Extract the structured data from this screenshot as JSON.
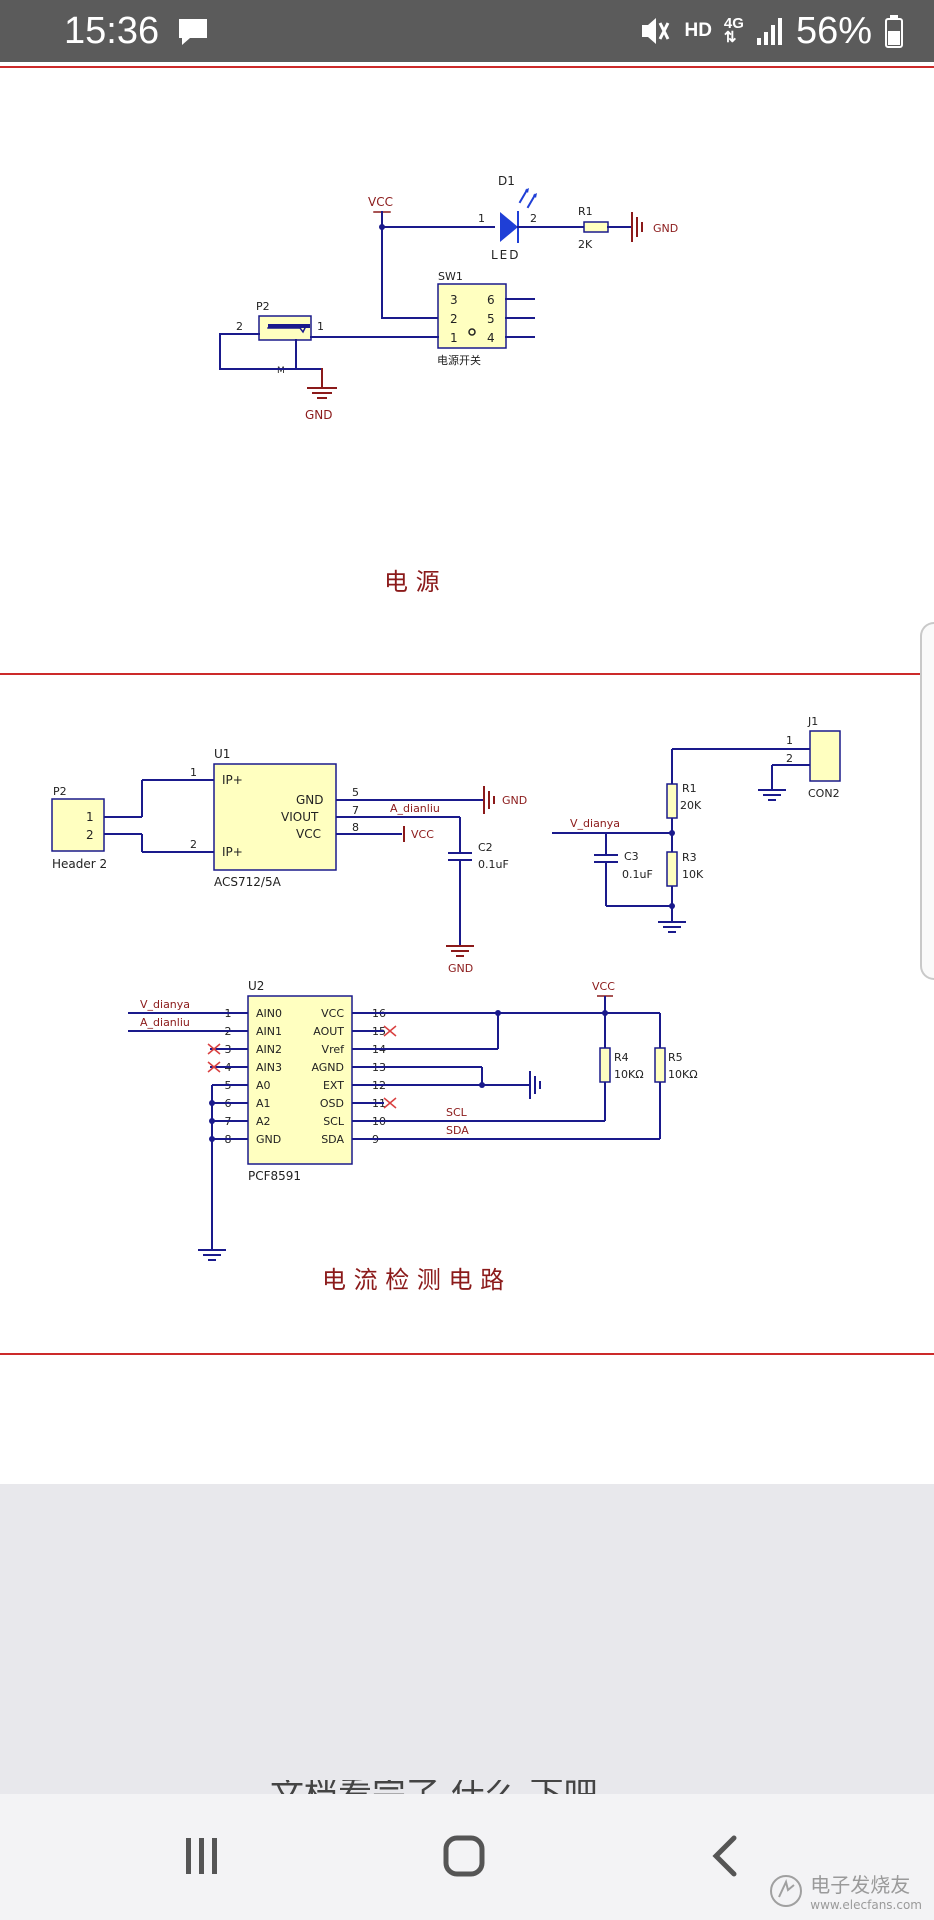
{
  "status_bar": {
    "time": "15:36",
    "network_hd": "HD",
    "network_type": "4G",
    "battery": "56%",
    "icons": [
      "chat-notification-icon",
      "mute-icon",
      "signal-icon",
      "battery-icon"
    ]
  },
  "schematic1": {
    "vcc": "VCC",
    "d1_ref": "D1",
    "d1_value": "LED",
    "d1_pin1": "1",
    "d1_pin2": "2",
    "r1_ref": "R1",
    "r1_value": "2K",
    "gnd_right": "GND",
    "sw1_ref": "SW1",
    "sw1_value": "电源开关",
    "sw1_pins": [
      "3",
      "6",
      "2",
      "5",
      "1",
      "4"
    ],
    "p2_ref": "P2",
    "p2_pin1": "1",
    "p2_pin2": "2",
    "p2_mark": "M",
    "gnd_bottom": "GND",
    "caption": "电 源"
  },
  "schematic2": {
    "p2_ref": "P2",
    "p2_pins": [
      "1",
      "2"
    ],
    "p2_value": "Header 2",
    "u1_ref": "U1",
    "u1_value": "ACS712/5A",
    "u1_pin_left": [
      "1",
      "2"
    ],
    "u1_pin_left_names": [
      "IP+",
      "IP+"
    ],
    "u1_pin_right": [
      "5",
      "7",
      "8"
    ],
    "u1_pin_right_names": [
      "GND",
      "VIOUT",
      "VCC"
    ],
    "net_a": "A_dianliu",
    "gnd_label": "GND",
    "vcc_label": "VCC",
    "c2_ref": "C2",
    "c2_value": "0.1uF",
    "gnd_c2": "GND",
    "j1_ref": "J1",
    "j1_pins": [
      "1",
      "2"
    ],
    "j1_value": "CON2",
    "r1_ref": "R1",
    "r1_value": "20K",
    "net_v": "V_dianya",
    "c3_ref": "C3",
    "c3_value": "0.1uF",
    "r3_ref": "R3",
    "r3_value": "10K",
    "u2_ref": "U2",
    "u2_value": "PCF8591",
    "u2_left_nums": [
      "1",
      "2",
      "3",
      "4",
      "5",
      "6",
      "7",
      "8"
    ],
    "u2_left_names": [
      "AIN0",
      "AIN1",
      "AIN2",
      "AIN3",
      "A0",
      "A1",
      "A2",
      "GND"
    ],
    "u2_right_nums": [
      "16",
      "15",
      "14",
      "13",
      "12",
      "11",
      "10",
      "9"
    ],
    "u2_right_names": [
      "VCC",
      "AOUT",
      "Vref",
      "AGND",
      "EXT",
      "OSD",
      "SCL",
      "SDA"
    ],
    "net_v2": "V_dianya",
    "net_a2": "A_dianliu",
    "vcc2": "VCC",
    "r4_ref": "R4",
    "r4_value": "10KΩ",
    "r5_ref": "R5",
    "r5_value": "10KΩ",
    "scl": "SCL",
    "sda": "SDA",
    "caption": "电 流 检 测 电 路"
  },
  "bottom": {
    "partial_text": "文档看完了 什么 下吧"
  },
  "navbar": {
    "icons": [
      "recent-apps-icon",
      "home-icon",
      "back-icon"
    ]
  },
  "watermark": {
    "name": "电子发烧友",
    "url": "www.elecfans.com"
  },
  "colors": {
    "wire": "#1a1a8c",
    "net_label": "#8b1a1a",
    "component_fill": "#ffffc0",
    "caption": "#8b1a1a",
    "divider": "#cc2a2a",
    "led": "#1f3fd6"
  }
}
